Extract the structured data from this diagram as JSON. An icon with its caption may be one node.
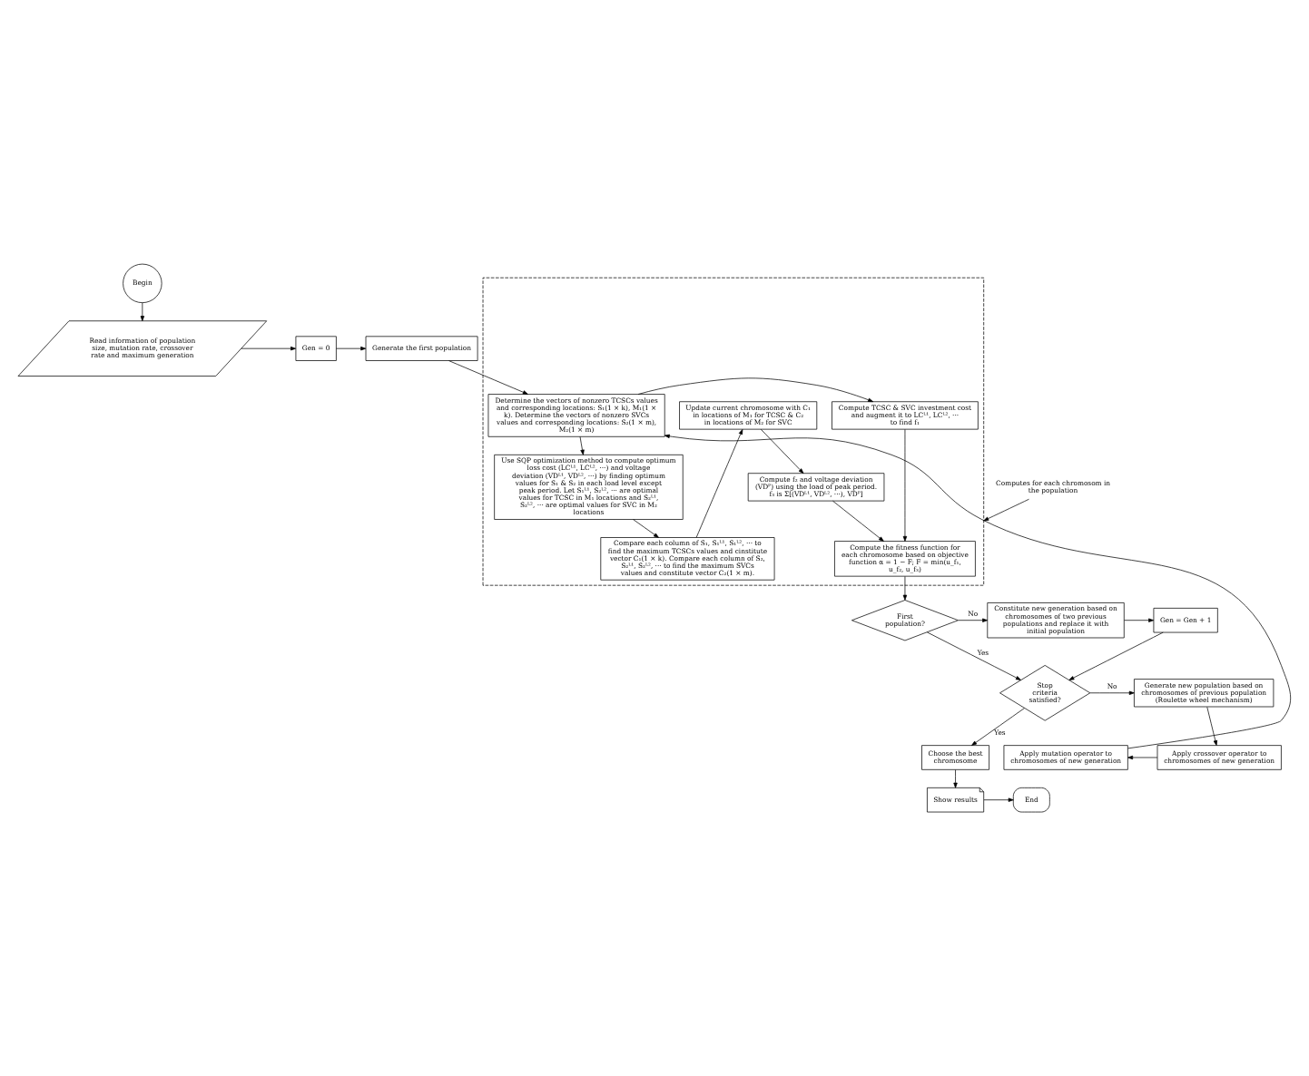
{
  "diagram": {
    "nodes": [
      {
        "text": [
          "Begin"
        ]
      },
      {
        "text": [
          "Read information of population size, mutation rate, crossover rate and maximum generation"
        ]
      },
      {
        "text": [
          "Gen = 0"
        ]
      },
      {
        "text": [
          "Generate the first population"
        ]
      },
      {
        "text": [],
        "shape": "box"
      },
      {
        "text": [
          "Computes for each chromosom in the population"
        ]
      },
      {
        "text": [
          "Determine the vectors of nonzero TCSCs values and corresponding locations: S₁(1 × k), M₁(1 × k). Determine the vectors of nonzero SVCs values and corresponding locations: S₂(1 × m), M₂(1 × m)"
        ],
        "in": 4
      },
      {
        "text": [
          "Use SQP optimization method to compute optimum loss cost (LCᴸ¹, LCᴸ², ···) and voltage deviation (VDᴸ¹, VDᴸ², ···) by finding optimum values for S₁ & S₂ in each load level except peak period. Let S₁ᴸ¹, S₂ᴸ², ··· are optimal values for TCSC in M₁ locations and S₂ᴸ¹, S₂ᴸ², ··· are optimal values for SVC in M₂ locations"
        ],
        "in": 4
      },
      {
        "text": [
          "Compare each column of S₁, S₁ᴸ¹, S₁ᴸ², ··· to find the maximum TCSCs values and cinstitute vector C₁(1 × k). Compare each column of S₂, S₂ᴸ¹, S₂ᴸ², ··· to find the maximum SVCs values and constitute vector C₂(1 × m)."
        ],
        "in": 4
      },
      {
        "text": [
          "Update current chromosome with C₁ in locations of M₁ for TCSC & C₂ in locations of M₂ for SVC"
        ],
        "in": 4
      },
      {
        "text": [
          "Compute f₂ and voltage deviation (VDᴾ) using the load of peak period. f₃ is Σ[(VDᴸ¹, VDᴸ², ···), VDᴾ]"
        ],
        "in": 4
      },
      {
        "text": [
          "Compute TCSC & SVC investment cost and augment it to LCᴸ¹, LCᴸ², ··· to find f₁"
        ],
        "in": 4
      },
      {
        "text": [
          "Compute the fitness function for each chromosome based on objective function α = 1 − F; F = min(u_f₁, u_f₂, u_f₃)"
        ],
        "in": 4
      },
      {
        "text": [
          "First population?"
        ]
      },
      {
        "text": [
          "Constitute new generation based on chromosomes of two previous populations and replace it with initial population"
        ]
      },
      {
        "text": [
          "Gen = Gen + 1"
        ]
      },
      {
        "text": [
          "Stop criteria satisfied?"
        ]
      },
      {
        "text": [
          "Generate new population based on chromosomes of previous population (Roulette wheel mechanism)"
        ]
      },
      {
        "text": [
          "Apply mutation operator to chromosomes of new generation"
        ]
      },
      {
        "text": [
          "Apply crossover operator to chromosomes of new generation"
        ]
      },
      {
        "text": [
          "Choose the best chromosome"
        ]
      },
      {
        "text": [
          "Show results"
        ]
      },
      {
        "text": [
          "End"
        ]
      }
    ],
    "edges": [
      {
        "from": 0,
        "to": 1,
        "arrow": "to"
      },
      {
        "from": 1,
        "to": 2,
        "arrow": "to"
      },
      {
        "from": 2,
        "to": 3,
        "arrow": "to"
      },
      {
        "from": 3,
        "to": 6,
        "arrow": "to"
      },
      {
        "from": 6,
        "to": 7,
        "arrow": "to"
      },
      {
        "from": 7,
        "to": 8,
        "arrow": "to"
      },
      {
        "from": 8,
        "to": 9,
        "arrow": "to"
      },
      {
        "from": 9,
        "to": 10,
        "arrow": "to"
      },
      {
        "from": 10,
        "to": 12,
        "arrow": "to"
      },
      {
        "from": 6,
        "to": 11,
        "arrow": "to"
      },
      {
        "from": 11,
        "to": 12,
        "arrow": "to"
      },
      {
        "from": 12,
        "to": 13,
        "arrow": "to"
      },
      {
        "from": 13,
        "to": 14,
        "arrow": "to",
        "label": "No"
      },
      {
        "from": 14,
        "to": 15,
        "arrow": "to"
      },
      {
        "from": 15,
        "to": 16,
        "arrow": "to"
      },
      {
        "from": 13,
        "to": 16,
        "arrow": "to",
        "label": "Yes"
      },
      {
        "from": 16,
        "to": 17,
        "arrow": "to",
        "label": "No"
      },
      {
        "from": 16,
        "to": 20,
        "arrow": "to",
        "label": "Yes"
      },
      {
        "from": 17,
        "to": 19,
        "arrow": "to"
      },
      {
        "from": 19,
        "to": 18,
        "arrow": "to"
      },
      {
        "from": 18,
        "to": 6,
        "arrow": "to"
      },
      {
        "from": 20,
        "to": 21,
        "arrow": "to"
      },
      {
        "from": 21,
        "to": 22,
        "arrow": "to"
      },
      {
        "from": 5,
        "to": 4,
        "arrow": "to"
      }
    ]
  }
}
